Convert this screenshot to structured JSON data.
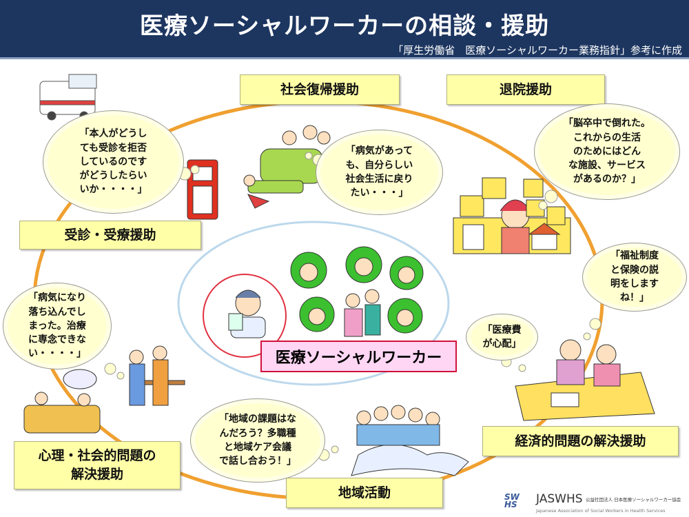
{
  "header": {
    "title": "医療ソーシャルワーカーの相談・援助",
    "subtitle": "「厚生労働省　医療ソーシャルワーカー業務指針」参考に作成"
  },
  "center": {
    "label": "医療ソーシャルワーカー"
  },
  "categories": {
    "social_return": "社会復帰援助",
    "discharge": "退院援助",
    "consultation": "受診・受療援助",
    "psychosocial": "心理・社会的問題の\n解決援助",
    "community": "地域活動",
    "economic": "経済的問題の解決援助"
  },
  "speech": {
    "refuse": "「本人がどうし\nても受診を拒否\nしているのです\nがどうしたらい\nいか・・・・」",
    "social_life": "「病気があって\nも、自分らしい\n社会生活に戻り\nたい・・・」",
    "stroke": "「脳卒中で倒れた。\nこれからの生活\nのためにはどん\nな施設、サービス\nがあるのか？」",
    "welfare": "「福祉制度\nと保険の説\n明をします\nね！」",
    "cost": "「医療費\nが心配」",
    "depressed": "「病気になり\n落ち込んでし\nまった。治療\nに専念できな\nい・・・・」",
    "community": "「地域の課題はな\nんだろう？多職種\nと地域ケア会議\nで話し合おう！」"
  },
  "footer": {
    "logo": "SW HS",
    "org_short": "JASWHS",
    "org_jp": "公益社団法人 日本医療ソーシャルワーカー協会",
    "org_en": "Japanese Association of Social Workers in Health Services"
  },
  "colors": {
    "header": "#1d3660",
    "ring": "#f0a030",
    "label_fill": "#ffffa8",
    "center_fill": "#ffd6f4",
    "center_border": "#d0103a"
  }
}
